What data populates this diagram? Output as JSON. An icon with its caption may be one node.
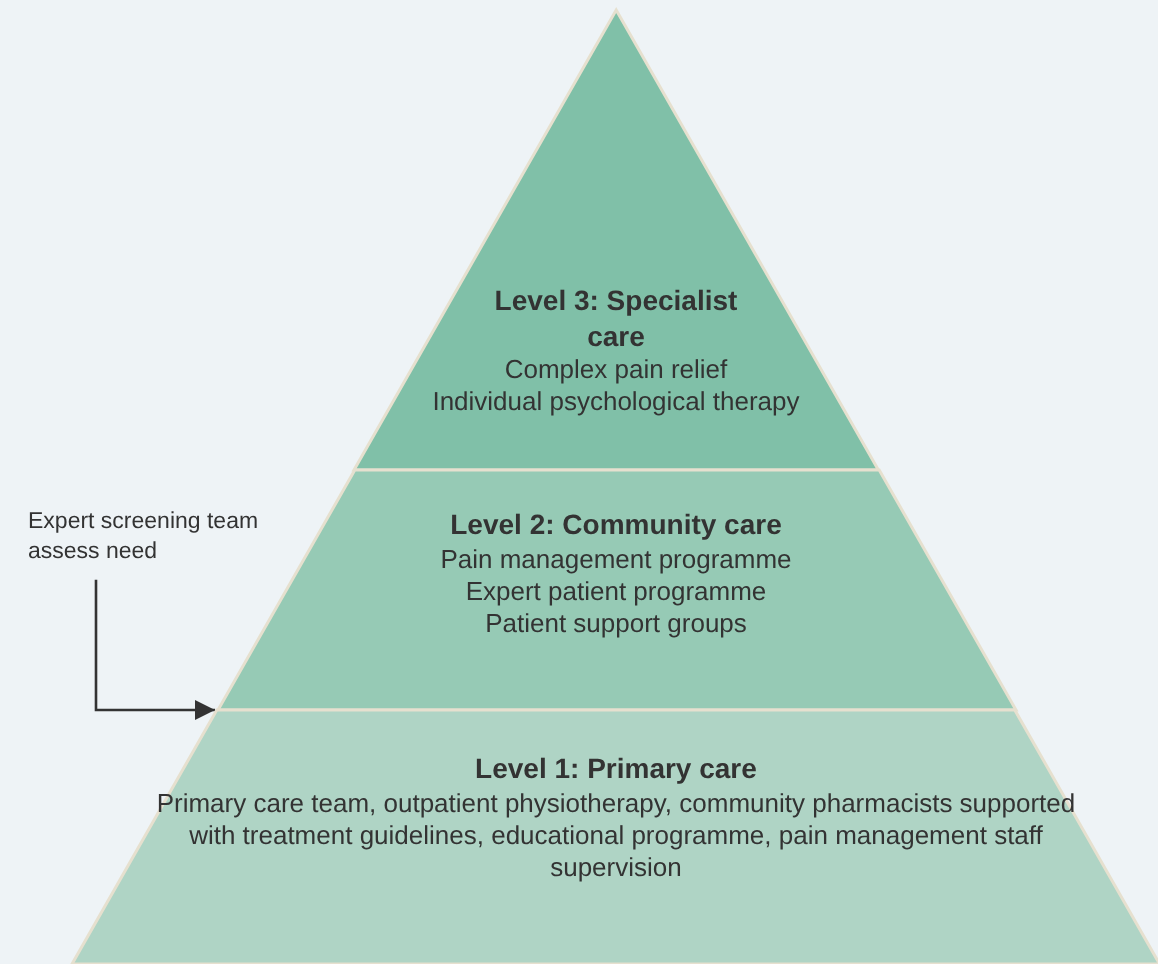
{
  "diagram": {
    "nodes": [
      {
        "text": [
          "Level 3: Specialist care",
          "Complex pain relief",
          "Individual psychological therapy"
        ]
      },
      {
        "text": [
          "Level 2: Community care",
          "Pain management programme",
          "Expert patient programme",
          "Patient support groups"
        ]
      },
      {
        "text": [
          "Level 1: Primary care",
          "Primary care team, outpatient physiotherapy, community pharmacists supported with treatment guidelines, educational programme, pain management staff supervision"
        ]
      },
      {
        "text": [
          "Expert screening team assess need"
        ]
      }
    ],
    "edges": [
      {
        "from": 3,
        "to": 1,
        "arrow": "to"
      }
    ]
  }
}
